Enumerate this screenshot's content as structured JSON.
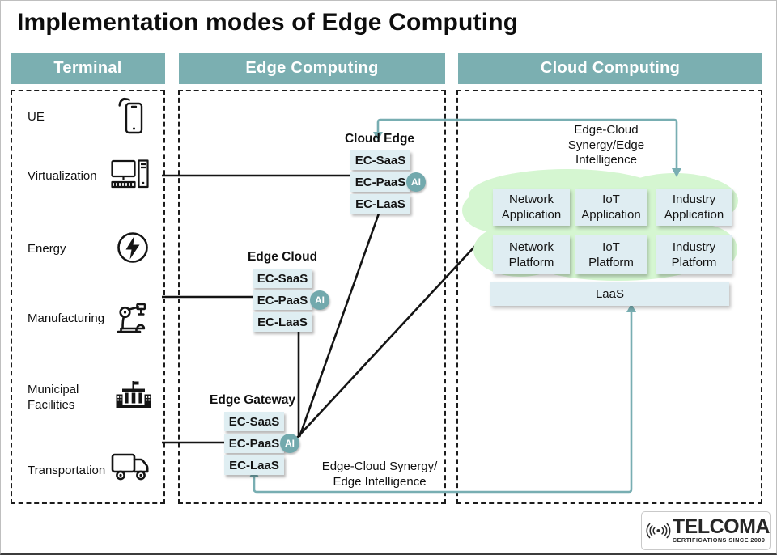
{
  "title": "Implementation modes of Edge Computing",
  "columns": [
    {
      "id": "terminal",
      "header": "Terminal"
    },
    {
      "id": "edge",
      "header": "Edge Computing"
    },
    {
      "id": "cloud",
      "header": "Cloud Computing"
    }
  ],
  "terminal": {
    "items": [
      {
        "label": "UE",
        "icon": "smartphone-icon"
      },
      {
        "label": "Virtualization",
        "icon": "desktop-computer-icon"
      },
      {
        "label": "Energy",
        "icon": "lightning-bolt-icon"
      },
      {
        "label": "Manufacturing",
        "icon": "robot-arm-icon"
      },
      {
        "label": "Municipal Facilities",
        "icon": "government-building-icon"
      },
      {
        "label": "Transportation",
        "icon": "truck-icon"
      }
    ]
  },
  "edge": {
    "stacks": [
      {
        "title": "Cloud Edge",
        "layers": [
          "EC-SaaS",
          "EC-PaaS",
          "EC-LaaS"
        ],
        "badge": "AI"
      },
      {
        "title": "Edge Cloud",
        "layers": [
          "EC-SaaS",
          "EC-PaaS",
          "EC-LaaS"
        ],
        "badge": "AI"
      },
      {
        "title": "Edge Gateway",
        "layers": [
          "EC-SaaS",
          "EC-PaaS",
          "EC-LaaS"
        ],
        "badge": "AI"
      }
    ],
    "synergy_bottom": {
      "lines": [
        "Edge-Cloud Synergy/",
        "Edge Intelligence"
      ]
    }
  },
  "cloud": {
    "synergy": {
      "lines": [
        "Edge-Cloud",
        "Synergy/Edge",
        "Intelligence"
      ]
    },
    "applications": [
      {
        "lines": [
          "Network",
          "Application"
        ]
      },
      {
        "lines": [
          "IoT",
          "Application"
        ]
      },
      {
        "lines": [
          "Industry",
          "Application"
        ]
      }
    ],
    "platforms": [
      {
        "lines": [
          "Network",
          "Platform"
        ]
      },
      {
        "lines": [
          "IoT",
          "Platform"
        ]
      },
      {
        "lines": [
          "Industry",
          "Platform"
        ]
      }
    ],
    "laas": "LaaS"
  },
  "logo": {
    "name": "TELCOMA",
    "tagline": "CERTIFICATIONS SINCE 2009"
  },
  "colors": {
    "accent_teal": "#7bafb1",
    "arrow_teal": "#78aeb2",
    "box_blue": "#dfeef2",
    "cloud_green": "#d5f6d1",
    "line_black": "#141414"
  }
}
